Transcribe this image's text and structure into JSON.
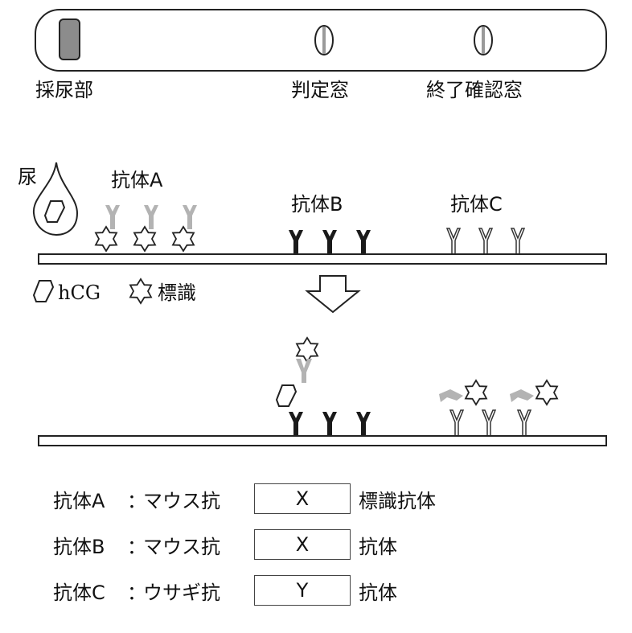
{
  "strip": {
    "labels": [
      "採尿部",
      "判定窓",
      "終了確認窓"
    ]
  },
  "reaction": {
    "urine_label": "尿",
    "antibody_labels": [
      "抗体A",
      "抗体B",
      "抗体C"
    ],
    "legend": {
      "hcg": "hCG",
      "marker": "標識"
    }
  },
  "antibody_table": {
    "rows": [
      {
        "name": "抗体A",
        "colon": "：",
        "desc": "マウス抗",
        "box": "X",
        "suffix": "標識抗体"
      },
      {
        "name": "抗体B",
        "colon": "：",
        "desc": "マウス抗",
        "box": "X",
        "suffix": "抗体"
      },
      {
        "name": "抗体C",
        "colon": "：",
        "desc": "ウサギ抗",
        "box": "Y",
        "suffix": "抗体"
      }
    ]
  },
  "colors": {
    "antibody_a": "#b3b3b3",
    "antibody_b": "#1a1a1a",
    "antibody_c": "#ffffff",
    "sample_pad": "#8c8c8c"
  }
}
